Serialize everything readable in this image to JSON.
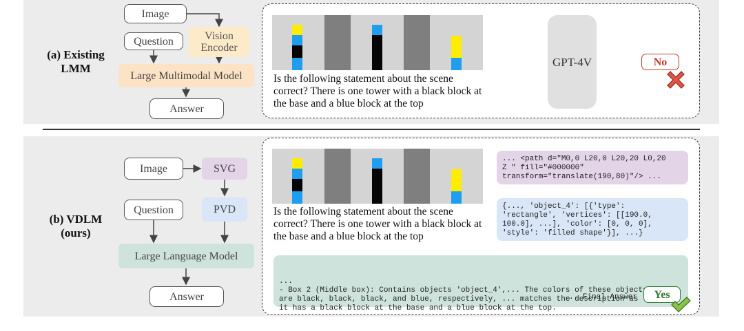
{
  "top": {
    "label_line1": "(a) Existing",
    "label_line2": "LMM",
    "image": "Image",
    "question": "Question",
    "vision_encoder_line1": "Vision",
    "vision_encoder_line2": "Encoder",
    "lmm": "Large Multimodal Model",
    "answer": "Answer",
    "scene_question": "Is the following statement about the scene correct? There is one tower with a black block at the base and a blue block at the top",
    "gpt": "GPT-4V",
    "result": "No"
  },
  "bottom": {
    "label_line1": "(b) VDLM",
    "label_line2": "(ours)",
    "image": "Image",
    "svg": "SVG",
    "question": "Question",
    "pvd": "PVD",
    "llm": "Large Language Model",
    "answer": "Answer",
    "scene_question": "Is the following statement about the scene correct? There is one tower with a black block at the base and a blue block at the top",
    "svg_code": "... <path d=\"M0,0 L20,0 L20,20 L0,20\nZ \" fill=\"#000000\"\ntransform=\"translate(190,80)\"/> ...",
    "pvd_code": "{..., 'object_4': [{'type':\n'rectangle', 'vertices': [[190.0,\n100.0], ...], 'color': [0, 0, 0],\n'style': 'filled shape'}], ...}",
    "reasoning": "...\n- Box 2 (Middle box): Contains objects 'object_4',... The colors of these objects\nare black, black, black, and blue, respectively, ... matches the description as\nit has a black block at the base and a blue block at the top.",
    "final_answer": "... Final Answer",
    "result": "Yes"
  },
  "colors": {
    "yellow": "#ffec00",
    "blue": "#1f9ef0",
    "black": "#050505",
    "no_red": "#c0392b",
    "yes_green": "#2e7d32",
    "check_green": "#8bc34a",
    "cross_red": "#e05545"
  }
}
